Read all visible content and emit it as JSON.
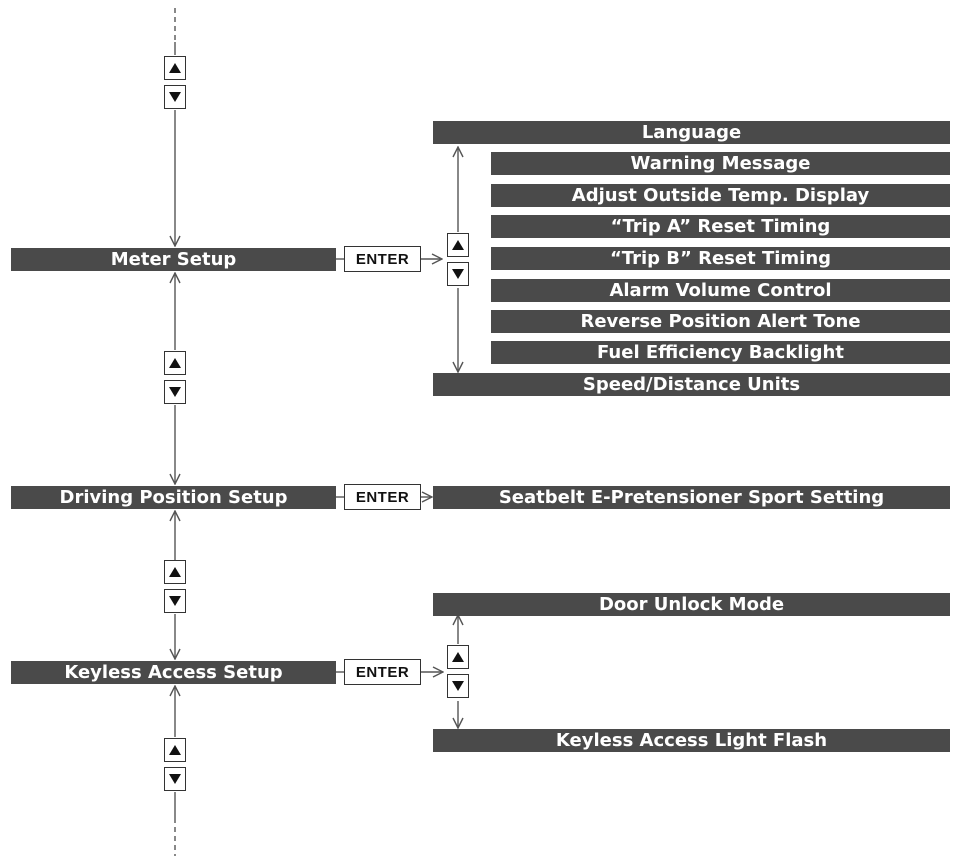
{
  "main_menu": {
    "meter_setup": "Meter Setup",
    "driving_position_setup": "Driving Position Setup",
    "keyless_access_setup": "Keyless Access Setup"
  },
  "enter_label": "ENTER",
  "meter_items": [
    "Language",
    "Warning Message",
    "Adjust Outside Temp. Display",
    "“Trip A” Reset Timing",
    "“Trip B” Reset Timing",
    "Alarm Volume Control",
    "Reverse Position Alert Tone",
    "Fuel Efficiency Backlight",
    "Speed/Distance Units"
  ],
  "driving_items": [
    "Seatbelt E-Pretensioner Sport Setting"
  ],
  "keyless_items": [
    "Door Unlock Mode",
    "Keyless Access Light Flash"
  ],
  "icons": {
    "up": "triangle-up-icon",
    "down": "triangle-down-icon"
  },
  "colors": {
    "bar": "#4a4a4a",
    "bar_text": "#ffffff",
    "line": "#555555"
  }
}
